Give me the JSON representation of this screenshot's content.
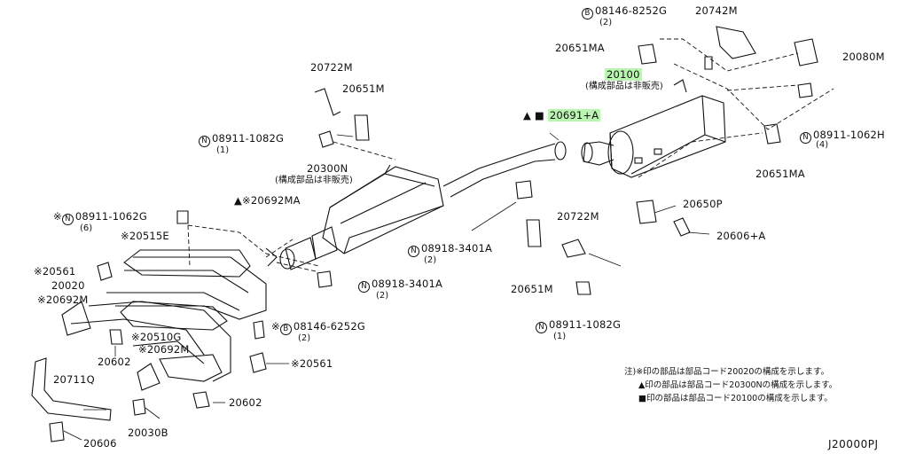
{
  "parts": {
    "p08146_8252g": "08146-8252G",
    "p08146_8252g_qty": "(2)",
    "p20742m": "20742M",
    "p20651ma_top": "20651MA",
    "p20080m": "20080M",
    "p20100": "20100",
    "p20100_note": "(構成部品は非販売)",
    "p20722m_top": "20722M",
    "p20651m_top": "20651M",
    "p20691a": "20691+A",
    "p08911_1082g_top": "08911-1082G",
    "p08911_1082g_top_qty": "(1)",
    "p08911_1062h": "08911-1062H",
    "p08911_1062h_qty": "(4)",
    "p20651ma_right": "20651MA",
    "p20300n": "20300N",
    "p20300n_note": "(構成部品は非販売)",
    "p20692ma": "20692MA",
    "p08911_1062g": "08911-1062G",
    "p08911_1062g_qty": "(6)",
    "p20515e": "20515E",
    "p20722m_mid": "20722M",
    "p20650p": "20650P",
    "p20606a": "20606+A",
    "p08918_3401a_upper": "08918-3401A",
    "p08918_3401a_upper_qty": "(2)",
    "p20561_upper": "20561",
    "p20020": "20020",
    "p20692m_left": "20692M",
    "p08918_3401a_lower": "08918-3401A",
    "p08918_3401a_lower_qty": "(2)",
    "p20651m_mid": "20651M",
    "p08146_6252g": "08146-6252G",
    "p08146_6252g_qty": "(2)",
    "p08911_1082g_mid": "08911-1082G",
    "p08911_1082g_mid_qty": "(1)",
    "p20510g": "20510G",
    "p20602_left": "20602",
    "p20692m_mid": "20692M",
    "p20561_lower": "20561",
    "p20711q": "20711Q",
    "p20602_lower": "20602",
    "p20030b": "20030B",
    "p20606": "20606"
  },
  "marks": {
    "asterisk": "※",
    "triangle": "▲",
    "square": "■",
    "n": "N",
    "b": "B"
  },
  "notes": {
    "line1": "注)※印の部品は部品コード20020の構成を示します。",
    "line2": "▲印の部品は部品コード20300Nの構成を示します。",
    "line3": "■印の部品は部品コード20100の構成を示します。"
  },
  "diagram_code": "J20000PJ"
}
